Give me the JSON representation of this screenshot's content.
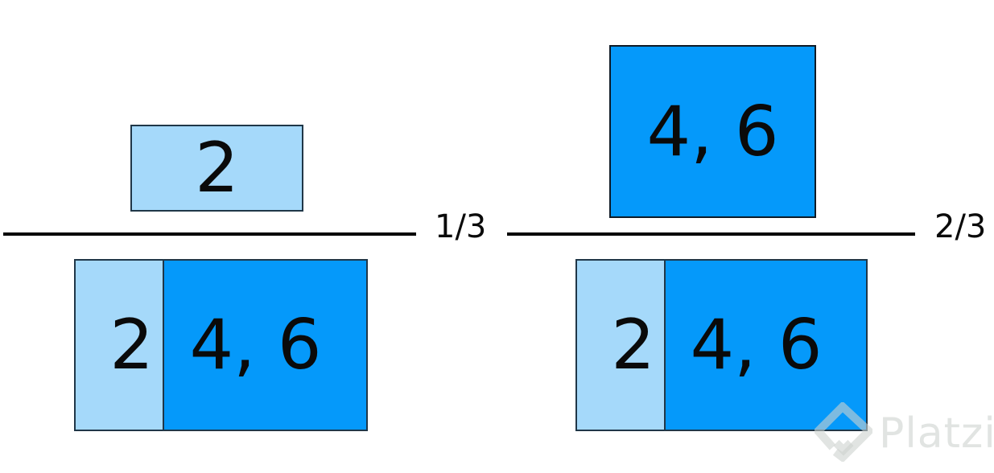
{
  "colors": {
    "light_blue": "#a5d9fa",
    "dark_blue": "#0599fa",
    "box_border": "#203748",
    "fraction_line": "#000000",
    "text": "#0a0a0a",
    "watermark": "rgba(205,210,206,0.6)"
  },
  "diagrams": [
    {
      "id": "left",
      "numerator_label": "2",
      "numerator_fill": "light",
      "denominator_left_label": "2",
      "denominator_right_label": "4, 6",
      "fraction_label": "1/3"
    },
    {
      "id": "right",
      "numerator_label": "4, 6",
      "numerator_fill": "dark",
      "denominator_left_label": "2",
      "denominator_right_label": "4, 6",
      "fraction_label": "2/3"
    }
  ],
  "watermark": {
    "brand": "Platzi"
  }
}
